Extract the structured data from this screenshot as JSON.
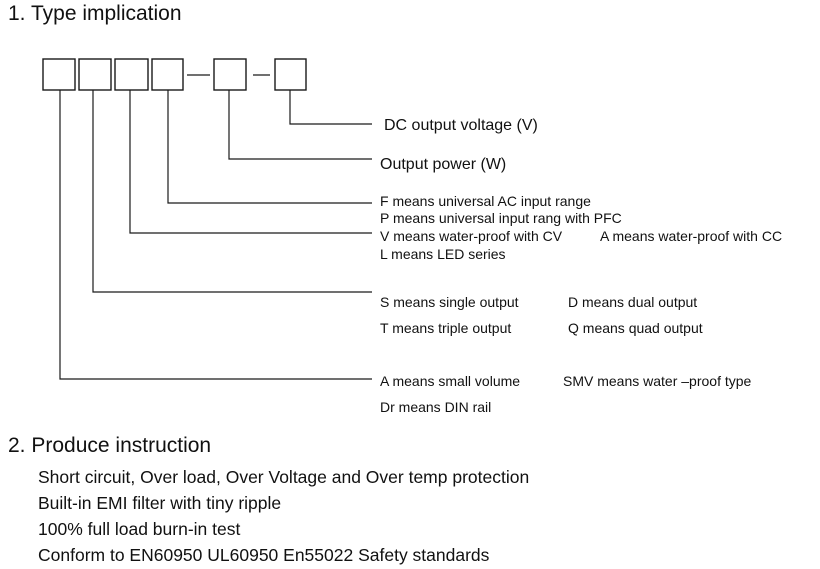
{
  "section1": {
    "heading": "1. Type implication"
  },
  "diagram": {
    "labels": {
      "dc_voltage": "DC output voltage (V)",
      "output_power": "Output power (W)",
      "f_universal_ac": "F means universal AC input range",
      "p_universal_pfc": "P means universal input rang with PFC",
      "v_waterproof_cv": "V means water-proof with CV",
      "a_waterproof_cc": "A means water-proof with CC",
      "l_led": "L means LED series",
      "s_single": "S means single output",
      "d_dual": "D means dual output",
      "t_triple": "T means triple output",
      "q_quad": "Q means quad output",
      "a_small": "A means small volume",
      "smv_waterproof": "SMV means water –proof type",
      "dr_din": "Dr means DIN rail"
    }
  },
  "section2": {
    "heading": "2. Produce instruction",
    "items": [
      "Short circuit, Over load, Over Voltage and Over temp protection",
      "Built-in EMI filter with tiny ripple",
      "100% full load burn-in test",
      "Conform to EN60950 UL60950 En55022 Safety standards"
    ]
  }
}
